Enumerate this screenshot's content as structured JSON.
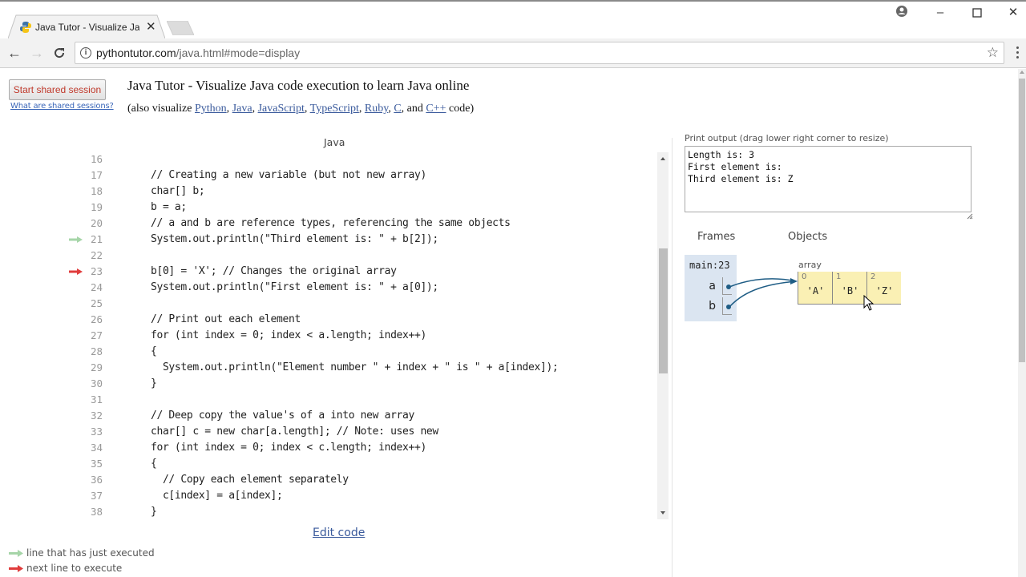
{
  "browser": {
    "tab_title": "Java Tutor - Visualize Jav",
    "url_host": "pythontutor.com",
    "url_path": "/java.html#mode=display",
    "icons": {
      "favicon": "python-logo",
      "tab_close": "close-icon",
      "back": "arrow-left-icon",
      "forward": "arrow-right-icon",
      "reload": "reload-icon",
      "info": "info-icon",
      "bookmark": "star-icon",
      "menu": "kebab-menu-icon",
      "profile": "account-icon",
      "minimize": "minimize-icon",
      "maximize": "maximize-icon",
      "close": "window-close-icon"
    }
  },
  "header": {
    "share_button": "Start shared session",
    "share_link": "What are shared sessions?",
    "title": "Java Tutor - Visualize Java code execution to learn Java online",
    "also_prefix": "(also visualize ",
    "also_links": [
      "Python",
      "Java",
      "JavaScript",
      "TypeScript",
      "Ruby",
      "C",
      "C++"
    ],
    "also_sep": [
      ", ",
      ", ",
      ", ",
      ", ",
      ", ",
      ", and ",
      ""
    ],
    "also_suffix": " code)"
  },
  "code_panel": {
    "language": "Java",
    "lines": [
      {
        "n": "16",
        "text": ""
      },
      {
        "n": "17",
        "text": "// Creating a new variable (but not new array)"
      },
      {
        "n": "18",
        "text": "char[] b;"
      },
      {
        "n": "19",
        "text": "b = a;"
      },
      {
        "n": "20",
        "text": "// a and b are reference types, referencing the same objects"
      },
      {
        "n": "21",
        "text": "System.out.println(\"Third element is: \" + b[2]);",
        "marker": "executed"
      },
      {
        "n": "22",
        "text": ""
      },
      {
        "n": "23",
        "text": "b[0] = 'X'; // Changes the original array",
        "marker": "next"
      },
      {
        "n": "24",
        "text": "System.out.println(\"First element is: \" + a[0]);"
      },
      {
        "n": "25",
        "text": ""
      },
      {
        "n": "26",
        "text": "// Print out each element"
      },
      {
        "n": "27",
        "text": "for (int index = 0; index < a.length; index++)"
      },
      {
        "n": "28",
        "text": "{"
      },
      {
        "n": "29",
        "text": "  System.out.println(\"Element number \" + index + \" is \" + a[index]);"
      },
      {
        "n": "30",
        "text": "}"
      },
      {
        "n": "31",
        "text": ""
      },
      {
        "n": "32",
        "text": "// Deep copy the value's of a into new array"
      },
      {
        "n": "33",
        "text": "char[] c = new char[a.length]; // Note: uses new"
      },
      {
        "n": "34",
        "text": "for (int index = 0; index < c.length; index++)"
      },
      {
        "n": "35",
        "text": "{"
      },
      {
        "n": "36",
        "text": "  // Copy each element separately"
      },
      {
        "n": "37",
        "text": "  c[index] = a[index];"
      },
      {
        "n": "38",
        "text": "}"
      }
    ],
    "edit_code": "Edit code",
    "legend": {
      "executed": "line that has just executed",
      "next": "next line to execute"
    }
  },
  "colors": {
    "executed_arrow": "#a6d5a8",
    "next_arrow": "#e03c3c",
    "link": "#3a5a9c",
    "frame_bg": "#dbe5f1",
    "array_bg": "#faf0b4",
    "pointer": "#1f5d85",
    "share_text": "#c0392b"
  },
  "output": {
    "label": "Print output (drag lower right corner to resize)",
    "text": "Length is: 3\nFirst element is: \nThird element is: Z"
  },
  "visualization": {
    "frames_header": "Frames",
    "objects_header": "Objects",
    "frame": {
      "name": "main:23",
      "vars": [
        "a",
        "b"
      ]
    },
    "array": {
      "label": "array",
      "cells": [
        {
          "index": "0",
          "value": "'A'"
        },
        {
          "index": "1",
          "value": "'B'"
        },
        {
          "index": "2",
          "value": "'Z'"
        }
      ]
    }
  }
}
